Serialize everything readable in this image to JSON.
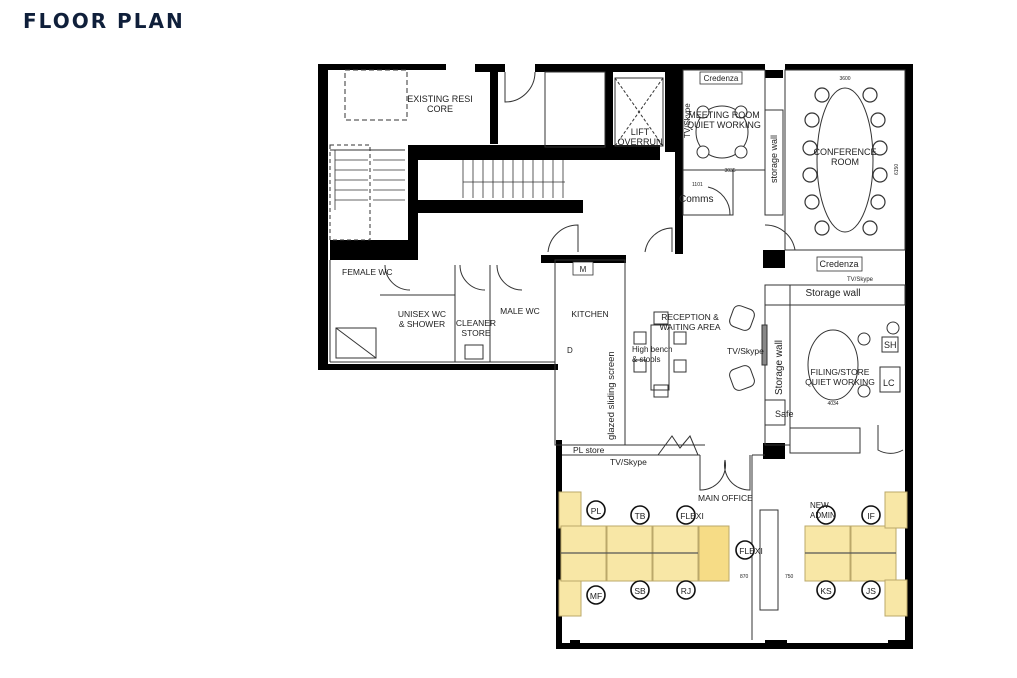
{
  "header": {
    "title": "FLOOR PLAN"
  },
  "colors": {
    "title": "#0f1f3a",
    "walls": "#000000",
    "desk": "#f8e7a6",
    "line": "#333333"
  },
  "rooms": {
    "resi_core": [
      "EXISTING RESI",
      "CORE"
    ],
    "lift": [
      "LIFT",
      "OVERRUN"
    ],
    "meeting": [
      "MEETING ROOM",
      "QUIET WORKING"
    ],
    "meeting_tv": "TV/Skype",
    "meeting_credenza": "Credenza",
    "storage_wall_top": "storage wall",
    "comms": "Comms",
    "comms_dim": "1101",
    "meeting_dim": "3035",
    "conference": [
      "CONFERENCE",
      "ROOM"
    ],
    "conference_dim_w": "3600",
    "conference_dim_h": "6150",
    "conference_credenza": "Credenza",
    "female_wc": "FEMALE WC",
    "unisex_wc": [
      "UNISEX WC",
      "& SHOWER"
    ],
    "cleaner": [
      "CLEANER",
      "STORE"
    ],
    "male_wc": "MALE WC",
    "kitchen": "KITCHEN",
    "microwave": "M",
    "dishwasher": "D",
    "reception": [
      "RECEPTION &",
      "WAITING AREA"
    ],
    "bench": [
      "High bench",
      "& stools"
    ],
    "reception_tv": "TV/Skype",
    "sliding_screen": "glazed sliding screen",
    "pl_store": "PL store",
    "office_tv": "TV/Skype",
    "filing_credenza": "Credenza",
    "filing_tv": "TV/Skype",
    "storage_wall_h": "Storage wall",
    "storage_wall_v": "Storage wall",
    "filing": [
      "FILING/STORE",
      "QUIET WORKING"
    ],
    "filing_dim": "4034",
    "safe": "Safe",
    "sh": "SH",
    "lc": "LC",
    "main_office": "MAIN OFFICE",
    "new_admin": [
      "NEW",
      "ADMIN"
    ],
    "dim_870": "870",
    "dim_750": "750"
  },
  "desk_seats": {
    "top_left": [
      "PL",
      "TB",
      "FLEXI"
    ],
    "bottom_left": [
      "MF",
      "SB",
      "RJ"
    ],
    "end": "FLEXI",
    "top_right": [
      "ADMIN",
      "IF"
    ],
    "bottom_right": [
      "KS",
      "JS"
    ]
  }
}
